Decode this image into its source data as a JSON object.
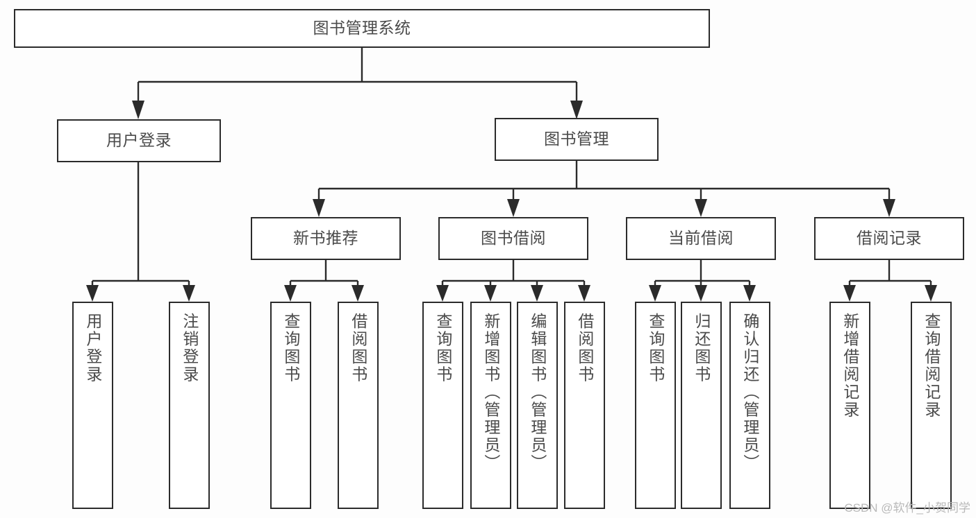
{
  "diagram": {
    "type": "tree-hierarchy-chart",
    "title": "图书管理系统",
    "colors": {
      "stroke": "#2b2b2b",
      "fill": "#ffffff",
      "text": "#4a4a4a",
      "background": "#fdfdfd",
      "watermark": "#b9b9b9"
    },
    "root": {
      "label": "图书管理系统"
    },
    "level1": [
      {
        "label": "用户登录"
      },
      {
        "label": "图书管理"
      }
    ],
    "level2": [
      {
        "label": "新书推荐"
      },
      {
        "label": "图书借阅"
      },
      {
        "label": "当前借阅"
      },
      {
        "label": "借阅记录"
      }
    ],
    "leaves": {
      "user_login": [
        {
          "label": "用户登录"
        },
        {
          "label": "注销登录"
        }
      ],
      "new_book_recommend": [
        {
          "label": "查询图书"
        },
        {
          "label": "借阅图书"
        }
      ],
      "book_borrow": [
        {
          "label": "查询图书"
        },
        {
          "label": "新增图书（管理员）"
        },
        {
          "label": "编辑图书（管理员）"
        },
        {
          "label": "借阅图书"
        }
      ],
      "current_borrow": [
        {
          "label": "查询图书"
        },
        {
          "label": "归还图书"
        },
        {
          "label": "确认归还（管理员）"
        }
      ],
      "borrow_record": [
        {
          "label": "新增借阅记录"
        },
        {
          "label": "查询借阅记录"
        }
      ]
    }
  },
  "watermark": {
    "text": "CSDN @软件_小贺同学"
  }
}
